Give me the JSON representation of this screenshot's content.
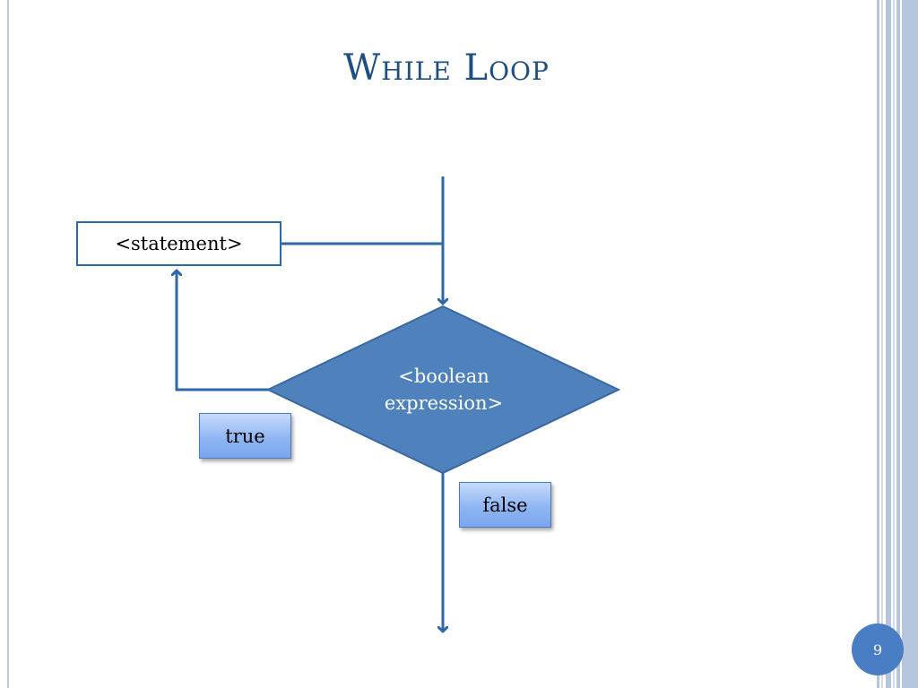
{
  "slide": {
    "title": "While Loop",
    "page_number": "9"
  },
  "diagram": {
    "statement_label": "<statement>",
    "condition_line1": "<boolean",
    "condition_line2": "expression>",
    "true_label": "true",
    "false_label": "false"
  },
  "colors": {
    "title": "#1f4e82",
    "flow_line": "#2e67a8",
    "diamond_fill": "#4f81bd",
    "label_box": "#8fb6f3",
    "page_badge": "#4a7ec4",
    "side_stripes": "#b7c4de"
  }
}
